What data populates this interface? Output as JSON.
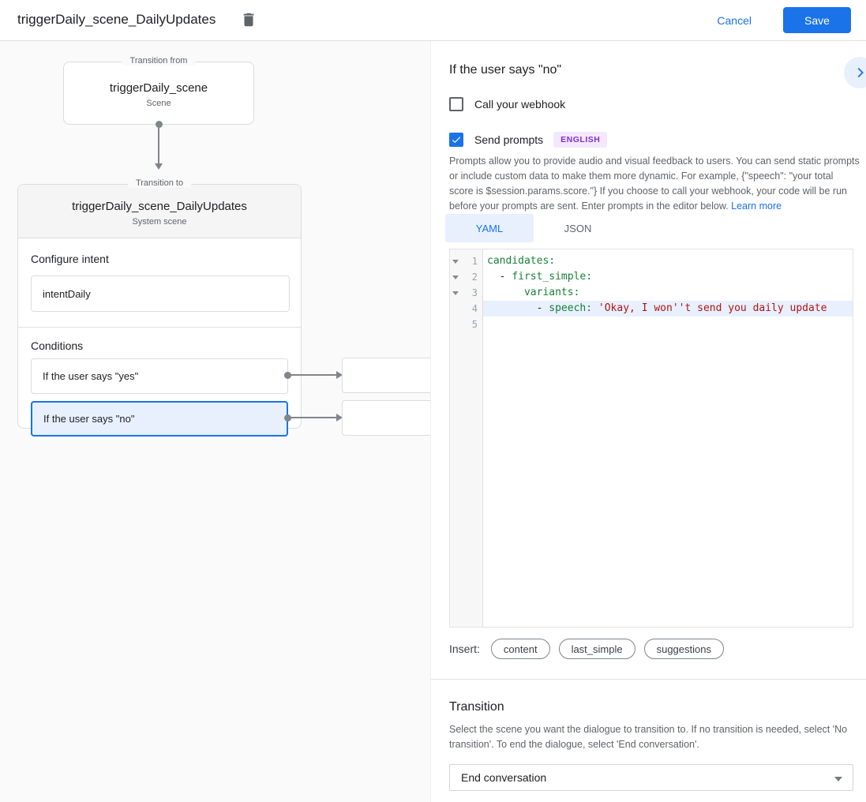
{
  "header": {
    "title": "triggerDaily_scene_DailyUpdates",
    "cancel_label": "Cancel",
    "save_label": "Save"
  },
  "canvas": {
    "from_card": {
      "legend": "Transition from",
      "title": "triggerDaily_scene",
      "subtitle": "Scene"
    },
    "to_card": {
      "legend": "Transition to",
      "title": "triggerDaily_scene_DailyUpdates",
      "subtitle": "System scene",
      "intent_label": "Configure intent",
      "intent_value": "intentDaily",
      "conditions_label": "Conditions",
      "conditions": [
        {
          "label": "If the user says \"yes\"",
          "selected": false
        },
        {
          "label": "If the user says \"no\"",
          "selected": true
        }
      ]
    }
  },
  "panel": {
    "title": "If the user says \"no\"",
    "webhook_checkbox": {
      "label": "Call your webhook",
      "checked": false
    },
    "prompts_checkbox": {
      "label": "Send prompts",
      "checked": true
    },
    "language_badge": "ENGLISH",
    "description": "Prompts allow you to provide audio and visual feedback to users. You can send static prompts or include custom data to make them more dynamic. For example, {\"speech\": \"your total score is $session.params.score.\"} If you choose to call your webhook, your code will be run before your prompts are sent. Enter prompts in the editor below.",
    "learn_more_label": "Learn more",
    "tabs": [
      {
        "label": "YAML",
        "active": true
      },
      {
        "label": "JSON",
        "active": false
      }
    ],
    "editor": {
      "rows": [
        {
          "num": "1",
          "indent": "",
          "punct": "",
          "key": "candidates:",
          "str": ""
        },
        {
          "num": "2",
          "indent": "  ",
          "punct": "- ",
          "key": "first_simple:",
          "str": ""
        },
        {
          "num": "3",
          "indent": "      ",
          "punct": "",
          "key": "variants:",
          "str": ""
        },
        {
          "num": "4",
          "indent": "        ",
          "punct": "- ",
          "key": "speech:",
          "str": " 'Okay, I won''t send you daily update"
        },
        {
          "num": "5",
          "indent": "",
          "punct": "",
          "key": "",
          "str": ""
        }
      ]
    },
    "insert_label": "Insert:",
    "insert_chips": [
      "content",
      "last_simple",
      "suggestions"
    ],
    "transition": {
      "title": "Transition",
      "description": "Select the scene you want the dialogue to transition to. If no transition is needed, select 'No transition'. To end the dialogue, select 'End conversation'.",
      "selected_value": "End conversation"
    }
  },
  "colors": {
    "accent": "#1a73e8",
    "selected_bg": "#e8f0fe",
    "badge_bg": "#f3e8fd",
    "badge_text": "#8430ce",
    "code_key": "#188038",
    "code_string": "#b31412",
    "canvas_bg": "#fafafa"
  }
}
